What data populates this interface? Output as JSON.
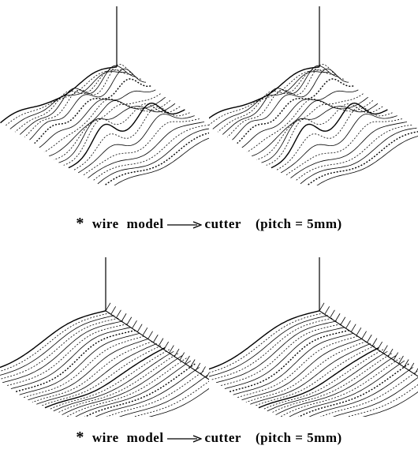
{
  "figures": [
    {
      "caption": {
        "marker": "*",
        "word_1": "wire",
        "word_2": "model",
        "word_3": "cutter",
        "pitch": "(pitch = 5mm)"
      }
    },
    {
      "caption": {
        "marker": "*",
        "word_1": "wire",
        "word_2": "model",
        "word_3": "cutter",
        "pitch": "(pitch = 5mm)"
      }
    }
  ]
}
